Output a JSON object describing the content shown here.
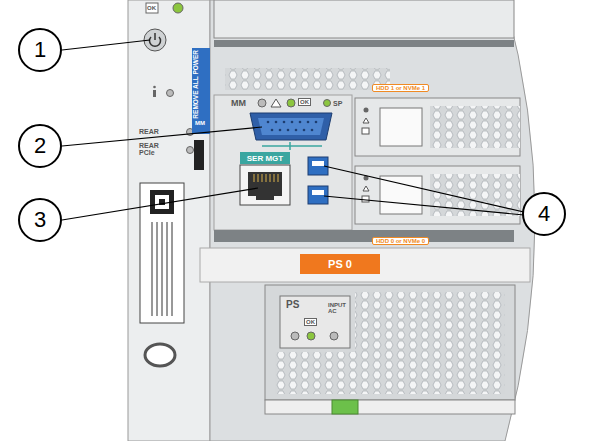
{
  "diagram": {
    "nodes": [
      {
        "text": [
          "1"
        ]
      },
      {
        "text": [
          "HDD 1 or NVMe 1"
        ]
      },
      {
        "text": [
          "2"
        ]
      },
      {
        "text": [
          "SER MGT"
        ]
      },
      {
        "text": [
          "4"
        ]
      },
      {
        "text": [
          "3"
        ]
      },
      {
        "text": [
          "HDD 0 or NVMe 0"
        ]
      },
      {
        "text": [
          "PS 0"
        ]
      }
    ],
    "labels": [
      "OK",
      "REMOVE ALL POWER",
      "MM",
      "MM",
      "OK",
      "SP",
      "REAR",
      "REAR PCIe",
      "PS",
      "OK",
      "INPUT AC"
    ]
  }
}
